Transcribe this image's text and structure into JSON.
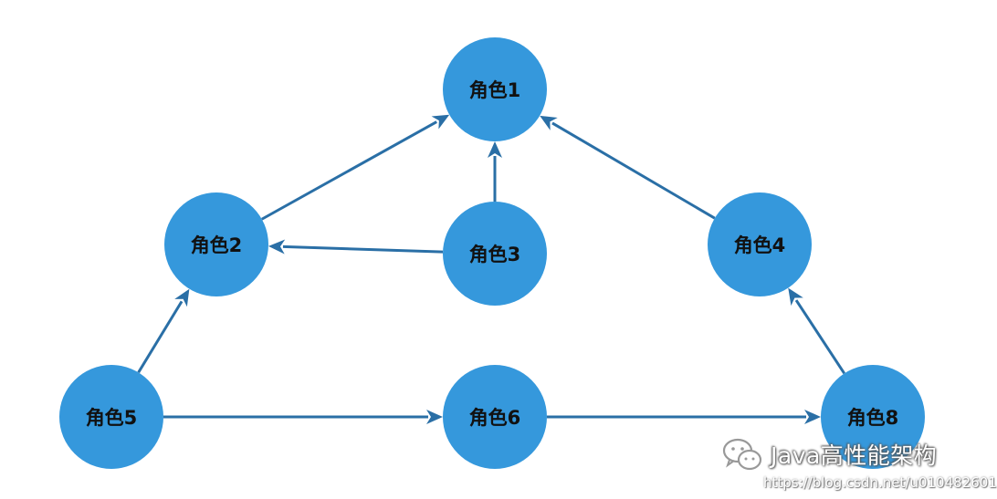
{
  "nodes": [
    {
      "id": "n1",
      "label": "角色1"
    },
    {
      "id": "n2",
      "label": "角色2"
    },
    {
      "id": "n3",
      "label": "角色3"
    },
    {
      "id": "n4",
      "label": "角色4"
    },
    {
      "id": "n5",
      "label": "角色5"
    },
    {
      "id": "n6",
      "label": "角色6"
    },
    {
      "id": "n8",
      "label": "角色8"
    }
  ],
  "edges": [
    {
      "from": "n2",
      "to": "n1"
    },
    {
      "from": "n3",
      "to": "n1"
    },
    {
      "from": "n4",
      "to": "n1"
    },
    {
      "from": "n3",
      "to": "n2"
    },
    {
      "from": "n5",
      "to": "n2"
    },
    {
      "from": "n5",
      "to": "n6"
    },
    {
      "from": "n6",
      "to": "n8"
    },
    {
      "from": "n8",
      "to": "n4"
    }
  ],
  "colors": {
    "node_fill": "#3598dc",
    "edge": "#2a6fa6"
  },
  "watermark": {
    "icon": "wechat-icon",
    "title": "Java高性能架构",
    "url": "https://blog.csdn.net/u010482601"
  }
}
